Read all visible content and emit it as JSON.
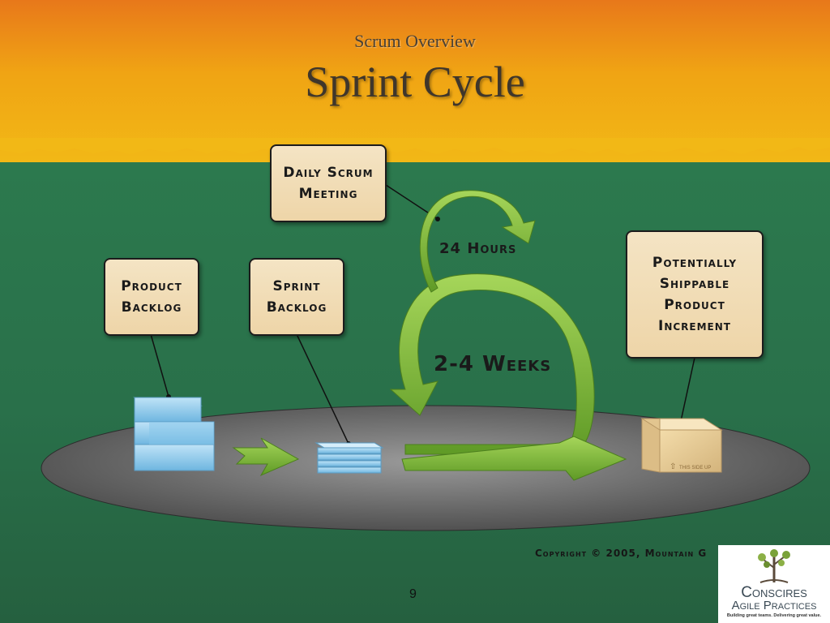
{
  "slide": {
    "subtitle": "Scrum Overview",
    "title": "Sprint Cycle",
    "page_number": "9",
    "copyright": "Copyright © 2005, Mountain G"
  },
  "diagram": {
    "cards": {
      "daily_scrum": "Daily Scrum\nMeeting",
      "product_backlog": "Product\nBacklog",
      "sprint_backlog": "Sprint\nBacklog",
      "shippable": "Potentially\nShippable\nProduct\nIncrement"
    },
    "loop_labels": {
      "small": "24 Hours",
      "large": "2-4 Weeks"
    },
    "box_label": "THIS SIDE UP"
  },
  "logo": {
    "name": "Conscires",
    "subtitle": "Agile Practices",
    "tagline": "Building great teams. Delivering great value."
  },
  "colors": {
    "header_orange": "#f0a414",
    "background_green": "#2a6a48",
    "arrow_green": "#8cc63f",
    "card_fill": "#f2dcb4",
    "platform_gray": "#6e6e6e",
    "title_text": "#3f362b"
  }
}
